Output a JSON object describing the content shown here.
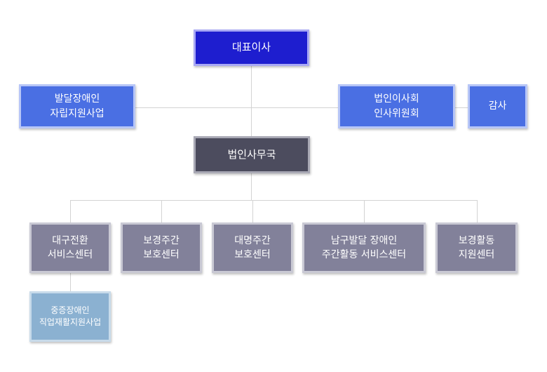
{
  "nodes": {
    "ceo": {
      "lines": [
        "대표이사"
      ]
    },
    "dev_support": {
      "lines": [
        "발달장애인",
        "자립지원사업"
      ]
    },
    "board": {
      "lines": [
        "법인이사회",
        "인사위원회"
      ]
    },
    "audit": {
      "lines": [
        "감사"
      ]
    },
    "secretariat": {
      "lines": [
        "법인사무국"
      ]
    },
    "daegu": {
      "lines": [
        "대구전환",
        "서비스센터"
      ]
    },
    "bogyeong_weekly": {
      "lines": [
        "보경주간",
        "보호센터"
      ]
    },
    "daemyeong_weekly": {
      "lines": [
        "대명주간",
        "보호센터"
      ]
    },
    "namgu": {
      "lines": [
        "남구발달 장애인",
        "주간활동 서비스센터"
      ]
    },
    "bogyeong_activity": {
      "lines": [
        "보경활동",
        "지원센터"
      ]
    },
    "severe_job": {
      "lines": [
        "중증장애인",
        "직업재활지원사업"
      ]
    }
  },
  "colors": {
    "ceo": "#1e1ecf",
    "blue": "#4a6fe3",
    "secretariat": "#4c4c5e",
    "center": "#82819a",
    "sub": "#8bb1d1",
    "connector": "#d3d3d3"
  }
}
